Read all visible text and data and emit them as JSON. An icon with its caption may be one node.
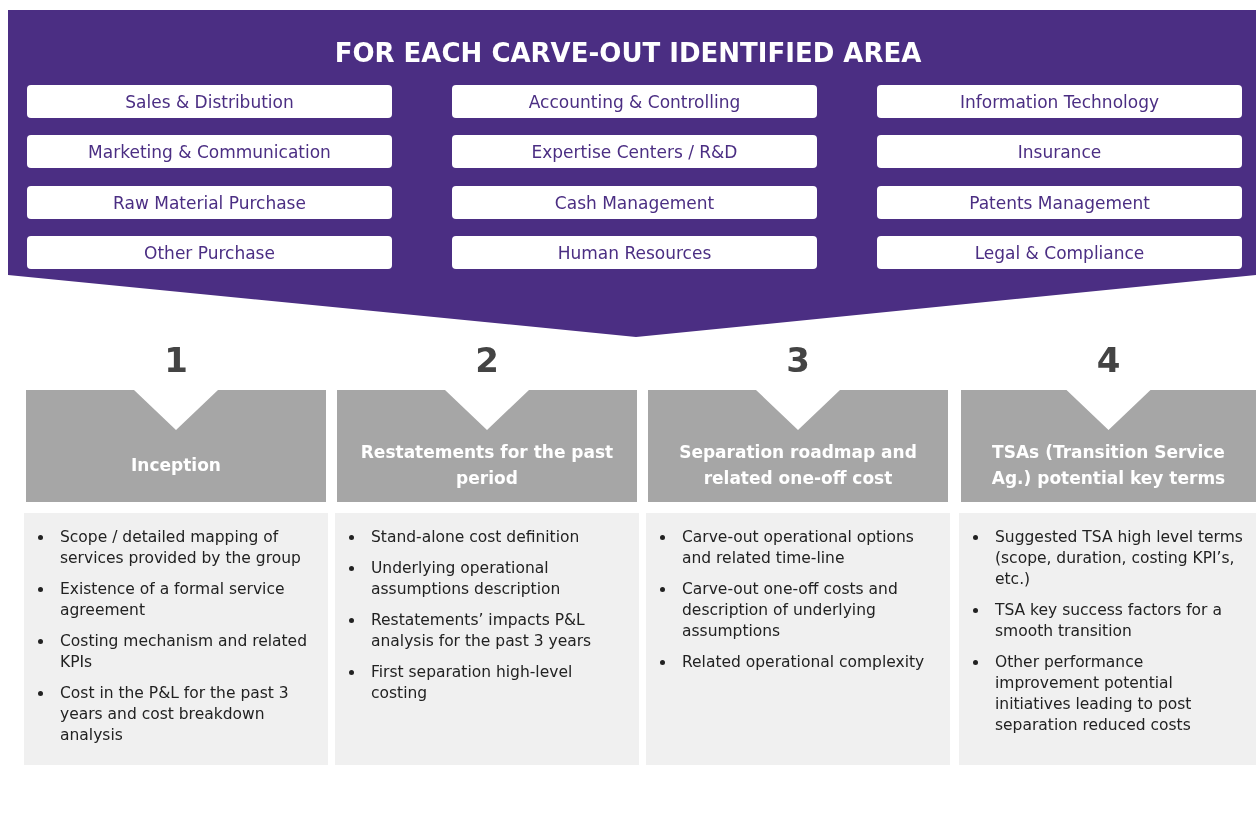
{
  "diagram": {
    "nodes": [
      {
        "text": [
          "FOR EACH CARVE-OUT IDENTIFIED AREA"
        ]
      },
      {
        "text": [
          "Sales & Distribution"
        ],
        "in": 0
      },
      {
        "text": [
          "Accounting & Controlling"
        ],
        "in": 0
      },
      {
        "text": [
          "Information Technology"
        ],
        "in": 0
      },
      {
        "text": [
          "Marketing & Communication"
        ],
        "in": 0
      },
      {
        "text": [
          "Expertise Centers / R&D"
        ],
        "in": 0
      },
      {
        "text": [
          "Insurance"
        ],
        "in": 0
      },
      {
        "text": [
          "Raw Material Purchase"
        ],
        "in": 0
      },
      {
        "text": [
          "Cash Management"
        ],
        "in": 0
      },
      {
        "text": [
          "Patents Management"
        ],
        "in": 0
      },
      {
        "text": [
          "Other Purchase"
        ],
        "in": 0
      },
      {
        "text": [
          "Human Resources"
        ],
        "in": 0
      },
      {
        "text": [
          "Legal & Compliance"
        ],
        "in": 0
      },
      {
        "text": [
          "1",
          "Inception"
        ]
      },
      {
        "text": [
          "Scope / detailed mapping of services provided by the group",
          "Existence of a formal service agreement",
          "Costing mechanism and related KPIs",
          "Cost in the P&L for the past 3 years  and cost breakdown analysis"
        ]
      },
      {
        "text": [
          "2",
          "Restatements for the past period"
        ]
      },
      {
        "text": [
          "Stand-alone cost definition",
          "Underlying operational assumptions description",
          "Restatements’ impacts P&L analysis for the past 3 years",
          "First separation high-level costing"
        ]
      },
      {
        "text": [
          "3",
          "Separation roadmap and related one-off cost"
        ]
      },
      {
        "text": [
          "Carve-out operational options and related time-line",
          "Carve-out one-off costs and description of underlying assumptions",
          "Related operational complexity"
        ]
      },
      {
        "text": [
          "4",
          "TSAs (Transition Service Ag.) potential key terms"
        ]
      },
      {
        "text": [
          "Suggested TSA high level terms (scope, duration, costing KPI’s, etc.)",
          "TSA key success factors for a smooth transition",
          "Other performance improvement potential initiatives leading to post separation reduced costs"
        ]
      }
    ]
  }
}
